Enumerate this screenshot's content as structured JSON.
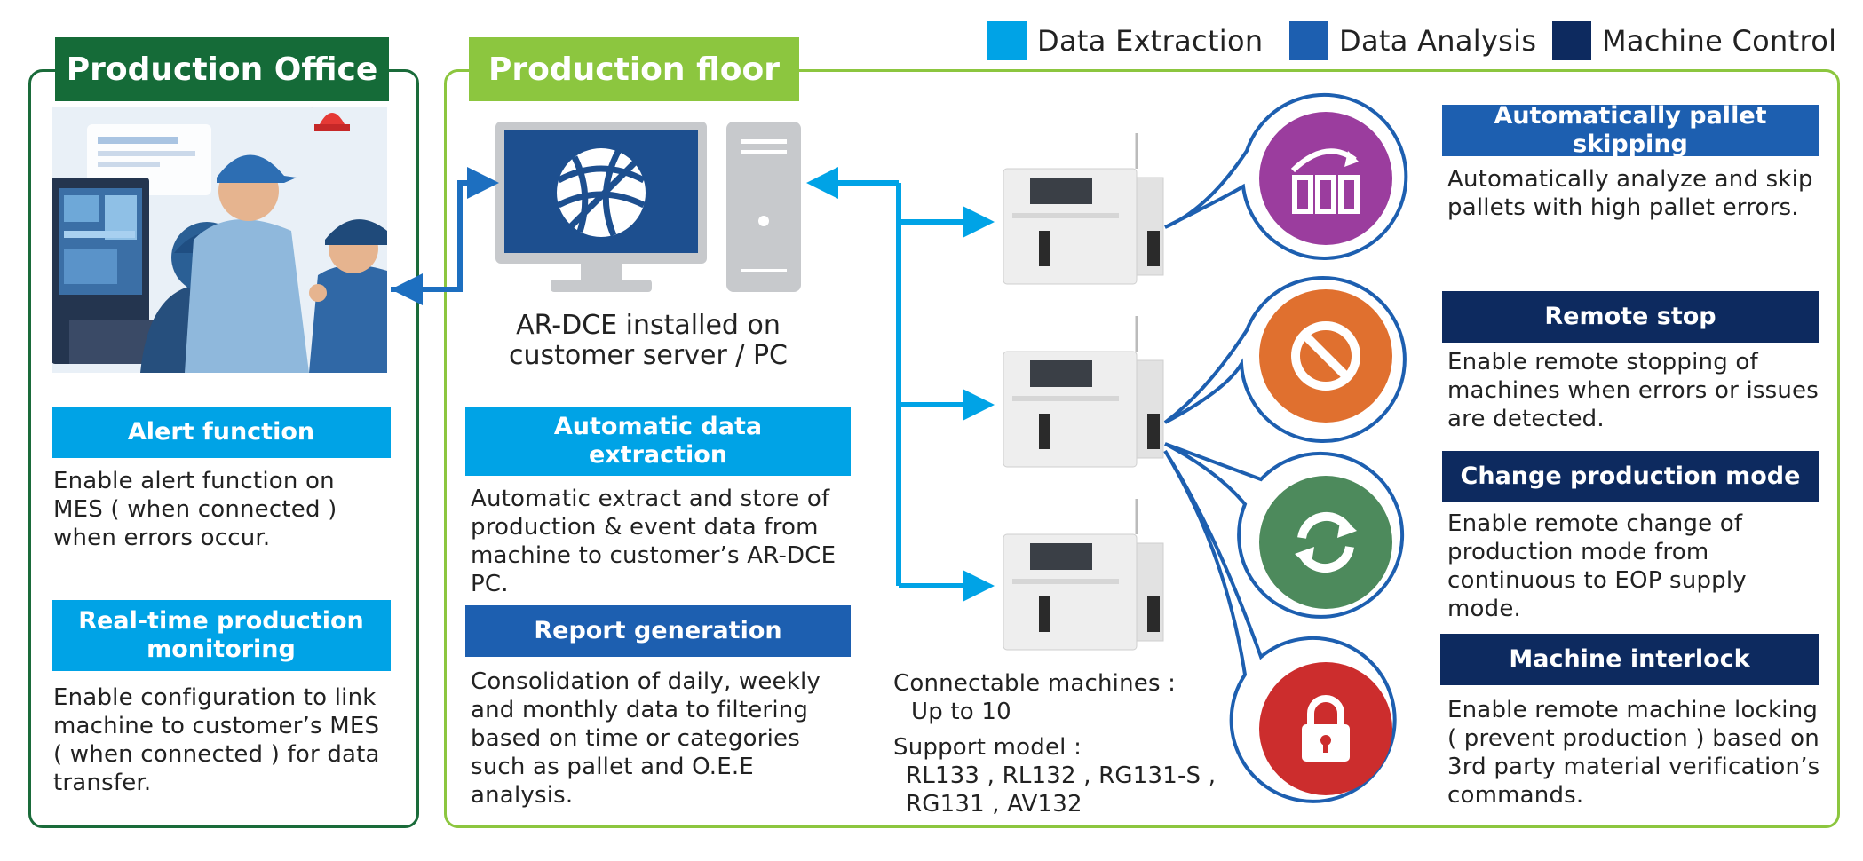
{
  "legend": {
    "extraction": {
      "label": "Data Extraction",
      "color": "#00a3e6"
    },
    "analysis": {
      "label": "Data Analysis",
      "color": "#1d5fb0"
    },
    "control": {
      "label": "Machine Control",
      "color": "#0d2a5f"
    }
  },
  "office": {
    "title": "Production Office",
    "alert": {
      "label": "Alert function",
      "desc": [
        "Enable alert function on",
        "MES ( when connected )",
        "when errors occur."
      ]
    },
    "monitoring": {
      "label": [
        "Real-time production",
        "monitoring"
      ],
      "desc": [
        "Enable configuration to link",
        "machine to customer’s MES",
        "( when connected ) for data",
        "transfer."
      ]
    }
  },
  "floor": {
    "title": "Production floor",
    "pc_caption": [
      "AR-DCE installed on",
      "customer server / PC"
    ],
    "extraction": {
      "label": [
        "Automatic data",
        "extraction"
      ],
      "desc": [
        "Automatic extract and store of",
        "production & event data from",
        "machine to customer’s AR-DCE",
        "PC."
      ]
    },
    "report": {
      "label": "Report generation",
      "desc": [
        "Consolidation of daily, weekly",
        "and monthly data to filtering",
        "based on time or categories",
        "such as pallet and O.E.E",
        "analysis."
      ]
    },
    "machines_info": {
      "connectable": [
        "Connectable machines :",
        "Up to 10"
      ],
      "support": [
        "Support model :",
        "RL133 , RL132 , RG131-S ,",
        "RG131 , AV132"
      ]
    },
    "features": [
      {
        "label": "Automatically pallet skipping",
        "type": "analysis",
        "desc": [
          "Automatically analyze and skip",
          "pallets with high pallet errors."
        ],
        "icon": "chart-arrow-icon",
        "color": "#9b3d9e"
      },
      {
        "label": "Remote stop",
        "type": "control",
        "desc": [
          "Enable remote stopping of",
          "machines when errors or issues",
          "are detected."
        ],
        "icon": "prohibited-icon",
        "color": "#e0702f"
      },
      {
        "label": "Change production mode",
        "type": "control",
        "desc": [
          "Enable remote change of",
          "production mode from",
          "continuous to EOP supply",
          "mode."
        ],
        "icon": "refresh-icon",
        "color": "#4d8a5c"
      },
      {
        "label": "Machine interlock",
        "type": "control",
        "desc": [
          "Enable remote machine locking",
          "( prevent production ) based on",
          "3rd party material verification’s",
          "commands."
        ],
        "icon": "lock-icon",
        "color": "#cc2d2d"
      }
    ]
  }
}
